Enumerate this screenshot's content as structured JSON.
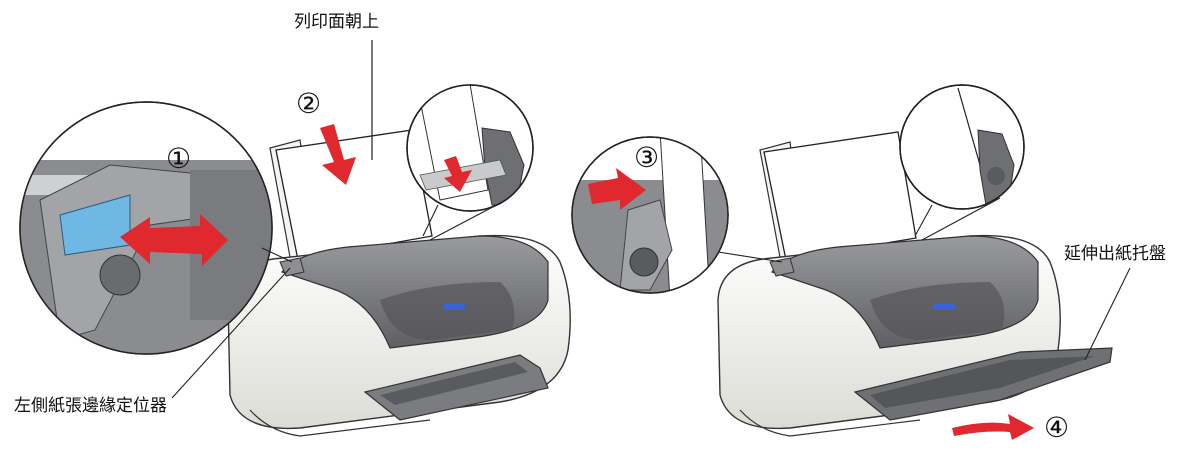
{
  "labels": {
    "printable_side_up": "列印面朝上",
    "left_edge_guide": "左側紙張邊緣定位器",
    "output_tray_extension": "延伸出紙托盤"
  },
  "steps": [
    "①",
    "②",
    "③",
    "④"
  ],
  "colors": {
    "arrow_red": "#e0282f",
    "printer_body": "#f1f1ed",
    "printer_dark": "#6e6f72",
    "guide_blue": "#6fb8e4",
    "indicator_blue": "#3a63d8"
  }
}
